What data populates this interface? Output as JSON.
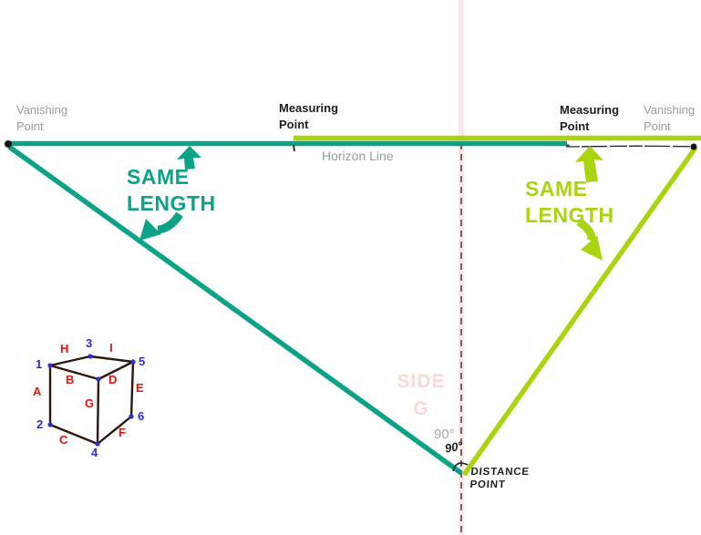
{
  "colors": {
    "teal": "#0ba287",
    "chartreuse": "#a9d40f",
    "gray": "#9b9b9b",
    "pink": "#fbe8e5",
    "pink_text": "#f8d9d7",
    "blue": "#2d2dd8",
    "red": "#e01111",
    "ink": "#1d1d1d",
    "cube_edge": "#2a170c"
  },
  "labels": {
    "vanishing_point_left": "Vanishing Point",
    "measuring_point_center": "Measuring Point",
    "measuring_point_right": "Measuring Point",
    "vanishing_point_right": "Vanishing Point",
    "horizon_line": "Horizon Line",
    "same_length_left": "SAME LENGTH",
    "same_length_right": "SAME LENGTH",
    "side_face": "SIDE G",
    "angle_outer": "90°",
    "angle_inner": "90°",
    "distance_point": "DISTANCE POINT"
  },
  "cube": {
    "vertices": [
      "1",
      "2",
      "3",
      "4",
      "5",
      "6"
    ],
    "edges": [
      "A",
      "B",
      "C",
      "D",
      "E",
      "F",
      "G",
      "H",
      "I"
    ]
  }
}
